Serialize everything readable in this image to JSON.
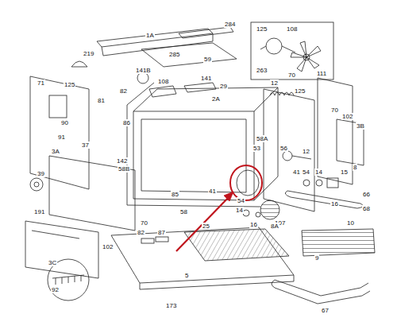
{
  "diagram": {
    "labels": [
      "1A",
      "284",
      "125",
      "108",
      "263",
      "111",
      "285",
      "59",
      "219",
      "125",
      "71",
      "141B",
      "82",
      "108",
      "141",
      "29",
      "2A",
      "125",
      "70",
      "12",
      "81",
      "90",
      "86",
      "37",
      "91",
      "142",
      "3A",
      "58B",
      "70",
      "39",
      "85",
      "58",
      "41",
      "58A",
      "53",
      "56",
      "70",
      "102",
      "3B",
      "12",
      "41",
      "54",
      "14",
      "15",
      "8",
      "66",
      "16",
      "68",
      "107",
      "54",
      "14",
      "16",
      "191",
      "102",
      "3C",
      "82",
      "87",
      "25",
      "8A",
      "10",
      "9",
      "67",
      "92",
      "173",
      "5"
    ]
  }
}
